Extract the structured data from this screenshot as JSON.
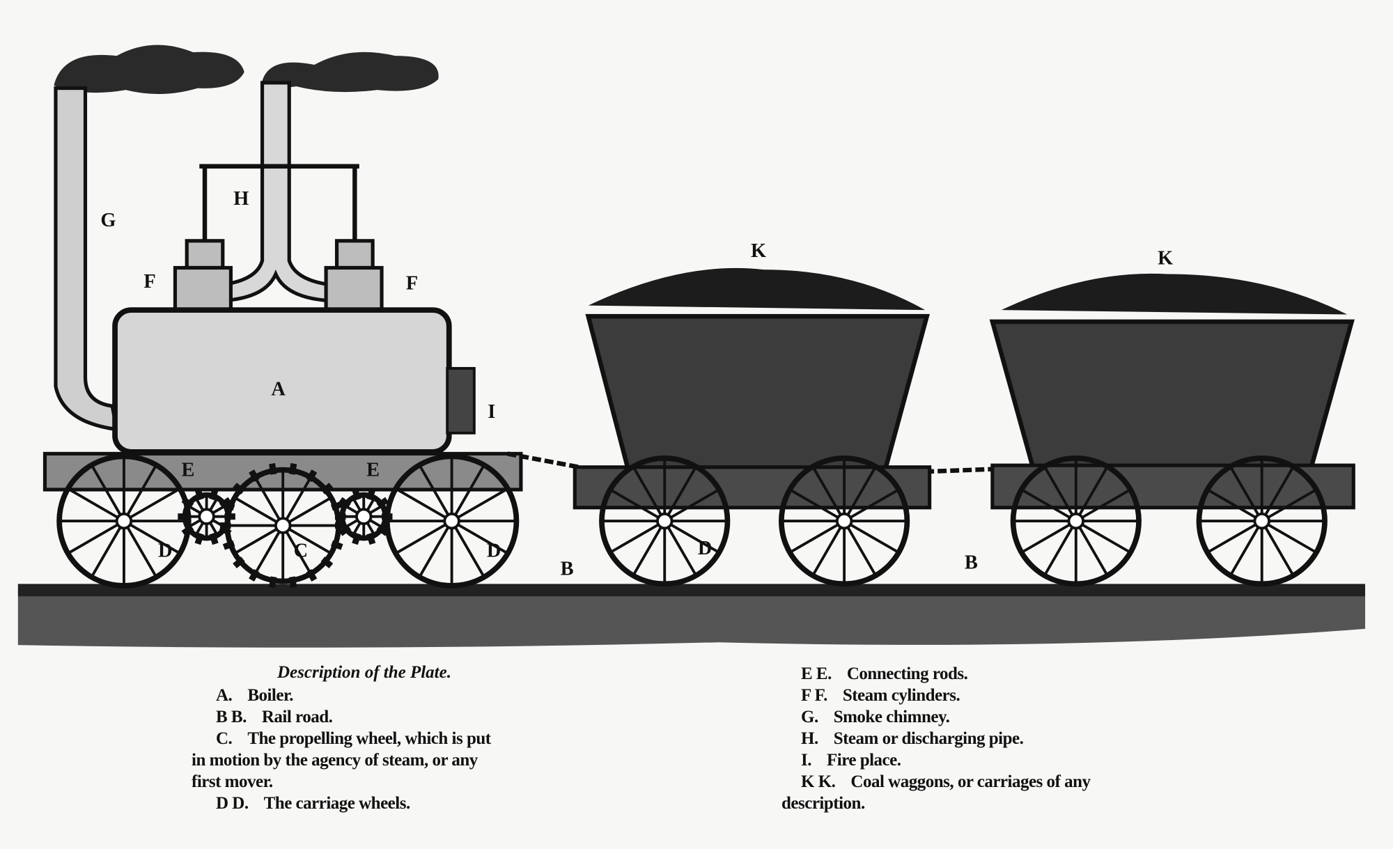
{
  "plate": {
    "labels": {
      "G": "G",
      "H": "H",
      "F1": "F",
      "F2": "F",
      "A": "A",
      "I": "I",
      "K1": "K",
      "K2": "K",
      "E1": "E",
      "E2": "E",
      "D1": "D",
      "C": "C",
      "D2": "D",
      "D3": "D",
      "B1": "B",
      "B2": "B"
    }
  },
  "description": {
    "title": "Description of the Plate.",
    "left": [
      {
        "key": "A.",
        "text": "Boiler."
      },
      {
        "key": "B B.",
        "text": "Rail road."
      },
      {
        "key": "C.",
        "text": "The propelling wheel, which is put"
      },
      {
        "key": "",
        "text": "in motion by the agency of steam, or any"
      },
      {
        "key": "",
        "text": "first mover."
      },
      {
        "key": "D D.",
        "text": "The carriage wheels."
      }
    ],
    "right": [
      {
        "key": "E E.",
        "text": "Connecting rods."
      },
      {
        "key": "F F.",
        "text": "Steam cylinders."
      },
      {
        "key": "G.",
        "text": "Smoke chimney."
      },
      {
        "key": "H.",
        "text": "Steam or discharging pipe."
      },
      {
        "key": "I.",
        "text": "Fire place."
      },
      {
        "key": "K K.",
        "text": "Coal waggons, or carriages of any"
      },
      {
        "key": "",
        "text": "description."
      }
    ]
  }
}
